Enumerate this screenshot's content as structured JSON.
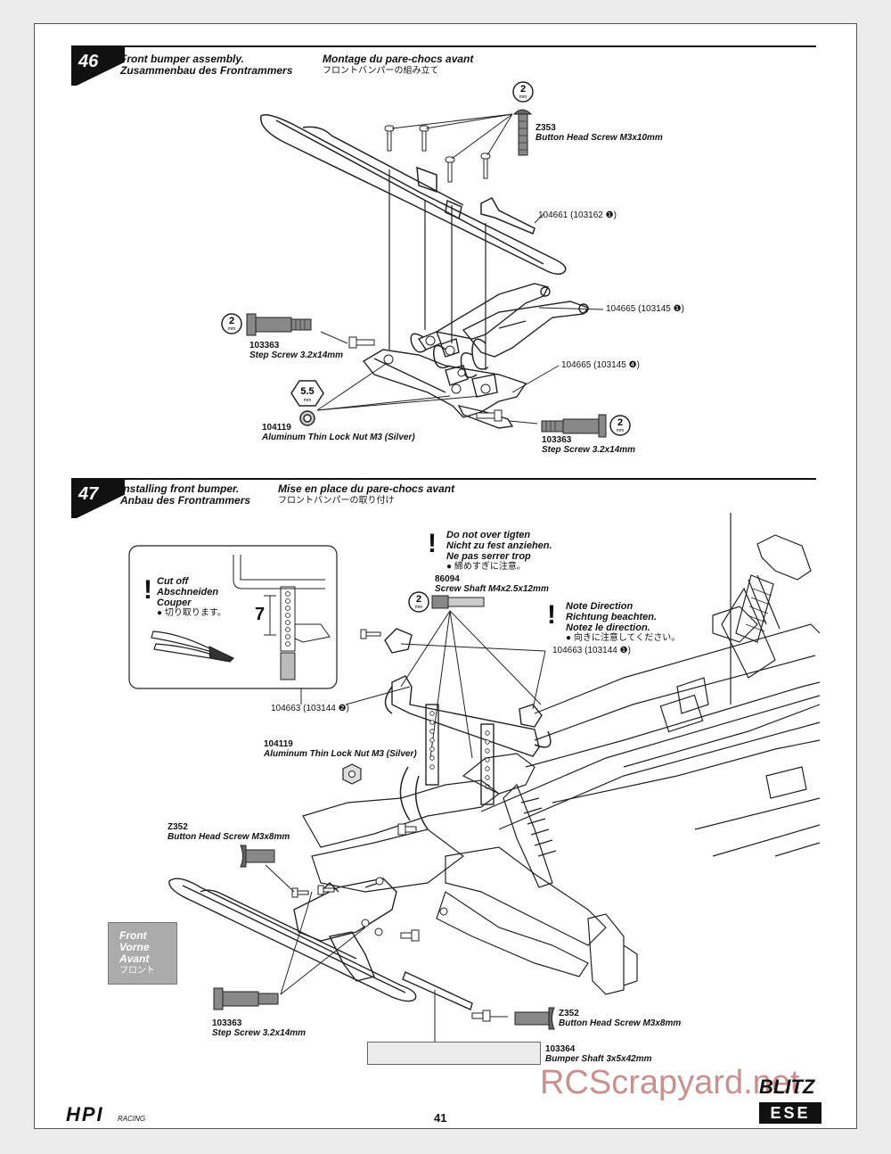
{
  "step46": {
    "number": "46",
    "title_en": "Front bumper assembly.",
    "title_de": "Zusammenbau des Frontrammers",
    "title_fr": "Montage du pare-chocs avant",
    "title_jp": "フロントバンパーの組み立て",
    "parts": [
      {
        "num": "Z353",
        "desc": "Button Head Screw M3x10mm",
        "tool": "2",
        "tool_unit": "mm"
      },
      {
        "num": "103363",
        "desc": "Step Screw 3.2x14mm",
        "tool": "2",
        "tool_unit": "mm"
      },
      {
        "num": "104119",
        "desc": "Aluminum Thin Lock Nut M3 (Silver)",
        "tool": "5.5",
        "tool_unit": "mm"
      },
      {
        "num": "103363",
        "desc": "Step Screw 3.2x14mm",
        "tool": "2",
        "tool_unit": "mm"
      }
    ],
    "refs": [
      "104661 (103162 ❶)",
      "104665 (103145 ❶)",
      "104665 (103145 ❹)"
    ]
  },
  "step47": {
    "number": "47",
    "title_en": "Installing front bumper.",
    "title_de": "Anbau des Frontrammers",
    "title_fr": "Mise en place du pare-chocs avant",
    "title_jp": "フロントバンパーの取り付け",
    "cut": {
      "en": "Cut off",
      "de": "Abschneiden",
      "fr": "Couper",
      "jp": "● 切り取ります。",
      "measure": "7"
    },
    "warn_tighten": {
      "en": "Do not over tigten",
      "de": "Nicht zu fest anziehen.",
      "fr": "Ne pas serrer trop",
      "jp": "● 締めすぎに注意。"
    },
    "warn_direction": {
      "en": "Note Direction",
      "de": "Richtung beachten.",
      "fr": "Notez le direction.",
      "jp": "● 向きに注意してください。"
    },
    "parts": [
      {
        "num": "86094",
        "desc": "Screw Shaft M4x2.5x12mm",
        "tool": "2",
        "tool_unit": "mm"
      },
      {
        "num": "104119",
        "desc": "Aluminum Thin Lock Nut M3 (Silver)"
      },
      {
        "num": "Z352",
        "desc": "Button Head Screw M3x8mm"
      },
      {
        "num": "103363",
        "desc": "Step Screw 3.2x14mm"
      },
      {
        "num": "Z352",
        "desc": "Button Head Screw M3x8mm"
      },
      {
        "num": "103364",
        "desc": "Bumper Shaft 3x5x42mm"
      }
    ],
    "refs": [
      "104663 (103144 ❶)",
      "104663 (103144 ❷)"
    ],
    "front": {
      "en": "Front",
      "de": "Vorne",
      "fr": "Avant",
      "jp": "フロント"
    }
  },
  "footer": {
    "page_number": "41",
    "hpi_logo": "HPI",
    "racing": "RACING",
    "blitz": "BLITZ",
    "ese": "ESE",
    "watermark": "RCScrapyard.net"
  }
}
